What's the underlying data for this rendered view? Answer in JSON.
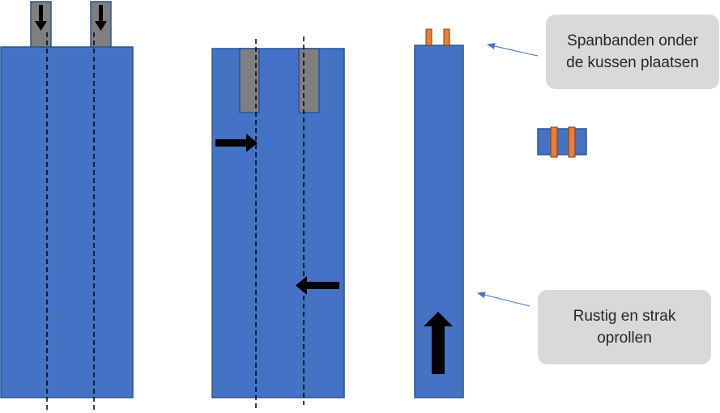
{
  "colors": {
    "cushion": "#4472c4",
    "cushion_border": "#2f528f",
    "strap_slot": "#7f7f7f",
    "strap": "#ed7d31",
    "arrow": "#000000",
    "dashed_line": "#000000",
    "callout_bg": "#d9d9d9",
    "connector": "#4472c4"
  },
  "callouts": [
    {
      "id": "straps",
      "lines": [
        "Spanbanden onder",
        "de kussen plaatsen"
      ]
    },
    {
      "id": "roll",
      "lines": [
        "Rustig en strak",
        "oprollen"
      ]
    }
  ],
  "icons": {
    "down_arrow": "arrow-down-icon",
    "right_arrow": "arrow-right-icon",
    "left_arrow": "arrow-left-icon",
    "up_arrow": "arrow-up-icon"
  }
}
